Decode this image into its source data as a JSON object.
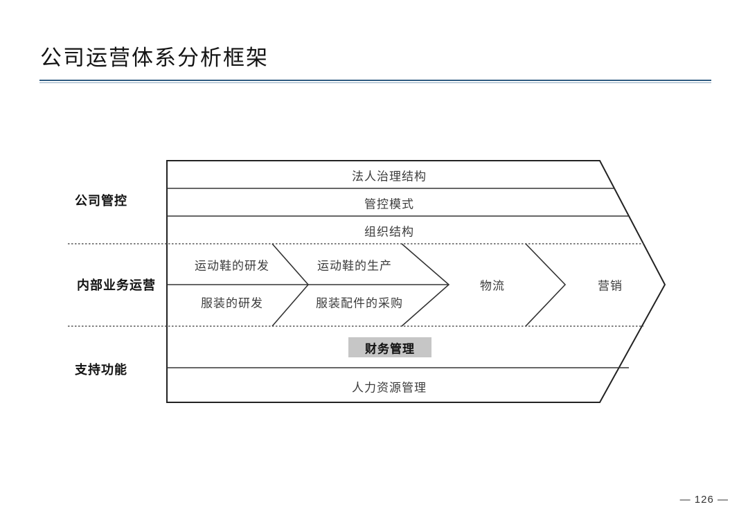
{
  "slide": {
    "title": "公司运营体系分析框架",
    "page_number": "— 126 —",
    "accent_color": "#2e5a80",
    "highlight_color": "#c6c6c6"
  },
  "diagram": {
    "type": "value-chain-arrow",
    "rows": [
      {
        "id": "governance",
        "label": "公司管控"
      },
      {
        "id": "operations",
        "label": "内部业务运营"
      },
      {
        "id": "support",
        "label": "支持功能"
      }
    ],
    "governance_bands": [
      {
        "label": "法人治理结构"
      },
      {
        "label": "管控模式"
      },
      {
        "label": "组织结构"
      }
    ],
    "operations_stages": [
      {
        "label": "运动鞋的研发",
        "sublane": "top"
      },
      {
        "label": "服装的研发",
        "sublane": "bottom"
      },
      {
        "label": "运动鞋的生产",
        "sublane": "top"
      },
      {
        "label": "服装配件的采购",
        "sublane": "bottom"
      },
      {
        "label": "物流",
        "sublane": "full"
      },
      {
        "label": "营销",
        "sublane": "full"
      }
    ],
    "support_bands": [
      {
        "label": "财务管理",
        "highlighted": true
      },
      {
        "label": "人力资源管理",
        "highlighted": false
      }
    ]
  }
}
